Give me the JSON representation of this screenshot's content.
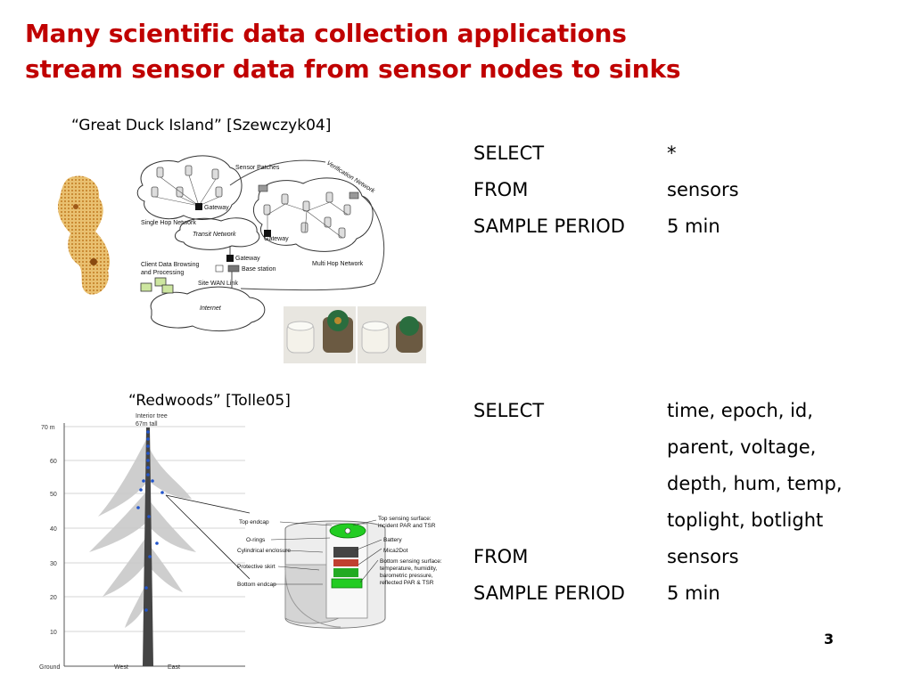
{
  "slide": {
    "title_line1": "Many scientific data collection applications",
    "title_line2": "stream sensor data from sensor nodes to sinks",
    "page_number": "3"
  },
  "gdi": {
    "caption": "“Great Duck Island” [Szewczyk04]",
    "network_labels": {
      "sensor_patches": "Sensor Patches",
      "verification_network": "Verification Network",
      "gateway1": "Gateway",
      "single_hop": "Single Hop Network",
      "transit": "Transit Network",
      "gateway2": "Gateway",
      "gateway3": "Gateway",
      "base_station": "Base station",
      "multi_hop": "Multi Hop Network",
      "client1": "Client Data Browsing",
      "client2": "and Processing",
      "site_wan": "Site WAN Link",
      "internet": "Internet"
    }
  },
  "query1": {
    "rows": [
      {
        "kw": "SELECT",
        "val": "*"
      },
      {
        "kw": "FROM",
        "val": "sensors"
      },
      {
        "kw": "SAMPLE PERIOD",
        "val": "5 min"
      }
    ]
  },
  "redwoods": {
    "caption": "“Redwoods” [Tolle05]",
    "tree_label1": "Interior tree",
    "tree_label2": "67m tall",
    "axis_ticks": [
      "70 m",
      "60",
      "50",
      "40",
      "30",
      "20",
      "10",
      "Ground"
    ],
    "ground_west": "West",
    "ground_east": "East",
    "node_labels": {
      "top_endcap": "Top endcap",
      "orings": "O-rings",
      "cyl": "Cylindrical enclosure",
      "skirt": "Protective skirt",
      "bottom_endcap": "Bottom endcap",
      "top_surface1": "Top sensing surface:",
      "top_surface2": "incident PAR and TSR",
      "battery": "Battery",
      "mica": "Mica2Dot",
      "bottom_surface1": "Bottom sensing surface:",
      "bottom_surface2": "temperature, humidity,",
      "bottom_surface3": "barometric pressure,",
      "bottom_surface4": "reflected PAR & TSR"
    }
  },
  "query2": {
    "rows": [
      {
        "kw": "SELECT",
        "val": "time, epoch, id,"
      },
      {
        "kw": "",
        "val": "parent, voltage,"
      },
      {
        "kw": "",
        "val": "depth, hum, temp,"
      },
      {
        "kw": "",
        "val": "toplight, botlight"
      },
      {
        "kw": "FROM",
        "val": "sensors"
      },
      {
        "kw": "SAMPLE PERIOD",
        "val": "5 min"
      }
    ]
  },
  "colors": {
    "title": "#c00000",
    "leaf_node_green": "#22cc22",
    "tree_dots": "#2255cc",
    "island": "#d9a24a"
  }
}
